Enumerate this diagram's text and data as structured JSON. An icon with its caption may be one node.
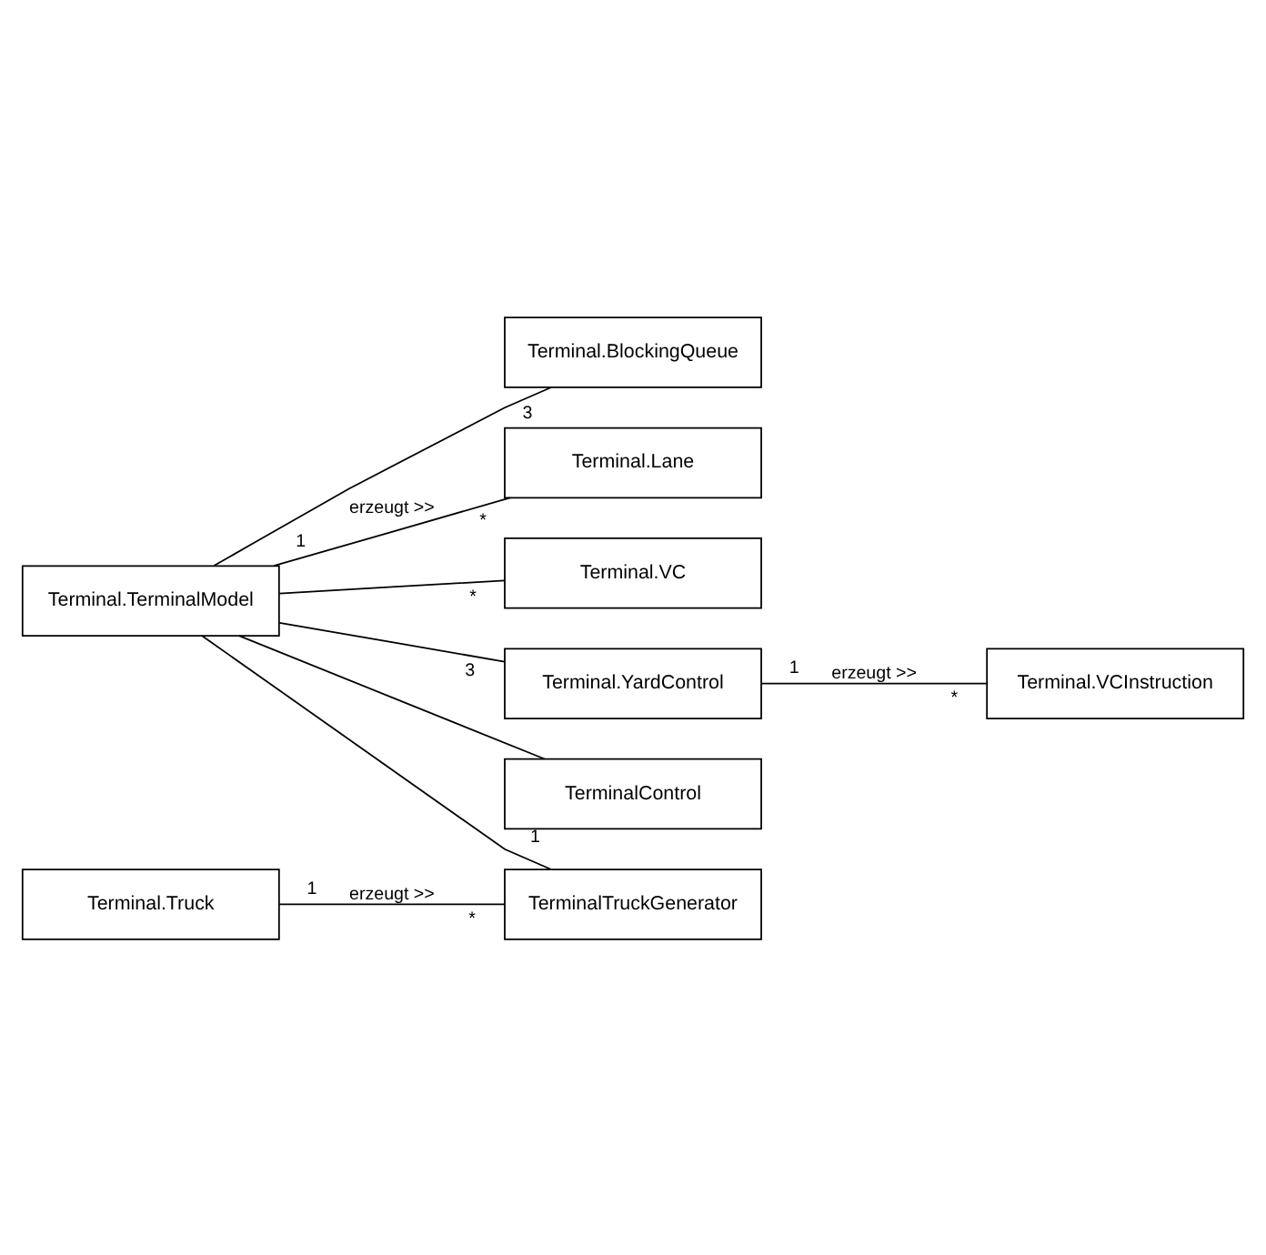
{
  "diagram": {
    "nodes": [
      {
        "text": [
          "Terminal.TerminalModel"
        ]
      },
      {
        "text": [
          "Terminal.Lane"
        ]
      },
      {
        "text": [
          "Terminal.VCInstruction"
        ]
      },
      {
        "text": [
          "TerminalTruckGenerator"
        ]
      },
      {
        "text": [
          "Terminal.Truck"
        ]
      },
      {
        "text": [
          "Terminal.VC"
        ]
      },
      {
        "text": [
          "Terminal.YardControl"
        ]
      },
      {
        "text": [
          "TerminalControl"
        ]
      },
      {
        "text": [
          "Terminal.BlockingQueue"
        ]
      }
    ],
    "edges": [
      {
        "from": 0,
        "to": 1,
        "arrow": "none",
        "label": "erzeugt >>"
      },
      {
        "from": 0,
        "to": 3,
        "arrow": "none"
      },
      {
        "from": 0,
        "to": 5,
        "arrow": "none"
      },
      {
        "from": 0,
        "to": 6,
        "arrow": "none"
      },
      {
        "from": 0,
        "to": 7,
        "arrow": "none"
      },
      {
        "from": 0,
        "to": 8,
        "arrow": "none"
      },
      {
        "from": 4,
        "to": 3,
        "arrow": "none",
        "label": "erzeugt >>"
      },
      {
        "from": 6,
        "to": 2,
        "arrow": "none",
        "label": "erzeugt >>"
      }
    ],
    "labels": [
      "*",
      "*",
      "1",
      "*",
      "1",
      "1",
      "*",
      "3",
      "1",
      "3"
    ]
  }
}
